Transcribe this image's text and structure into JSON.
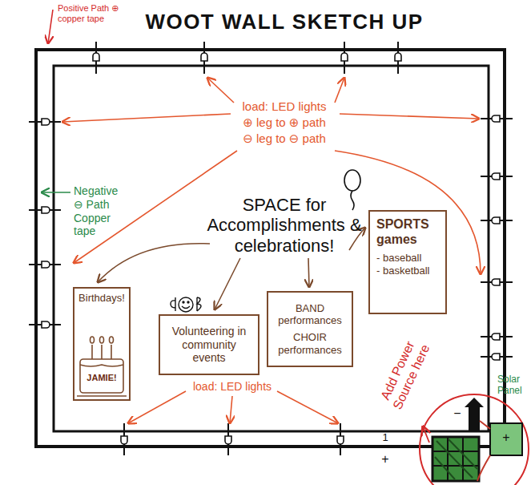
{
  "diagram": {
    "title": "WOOT WALL SKETCH UP",
    "nodes": [
      {
        "text": [
          "Birthdays!",
          "JAMIE!"
        ]
      },
      {
        "text": [
          "Volunteering in community events"
        ]
      },
      {
        "text": [
          "BAND performances",
          "CHOIR performances"
        ]
      },
      {
        "text": [
          "SPORTS games",
          "- baseball",
          "- basketball"
        ]
      }
    ],
    "labels": [
      "Positive Path ⊕ copper tape",
      "load: LED lights",
      "⊕ leg to ⊕ path",
      "⊖ leg to ⊖ path",
      "Negative ⊖ Path Copper tape",
      "SPACE for Accomplishments & celebrations!",
      "load: LED lights",
      "Add Power Source here",
      "Solar Panel",
      "1",
      "+",
      "−",
      "+"
    ]
  }
}
